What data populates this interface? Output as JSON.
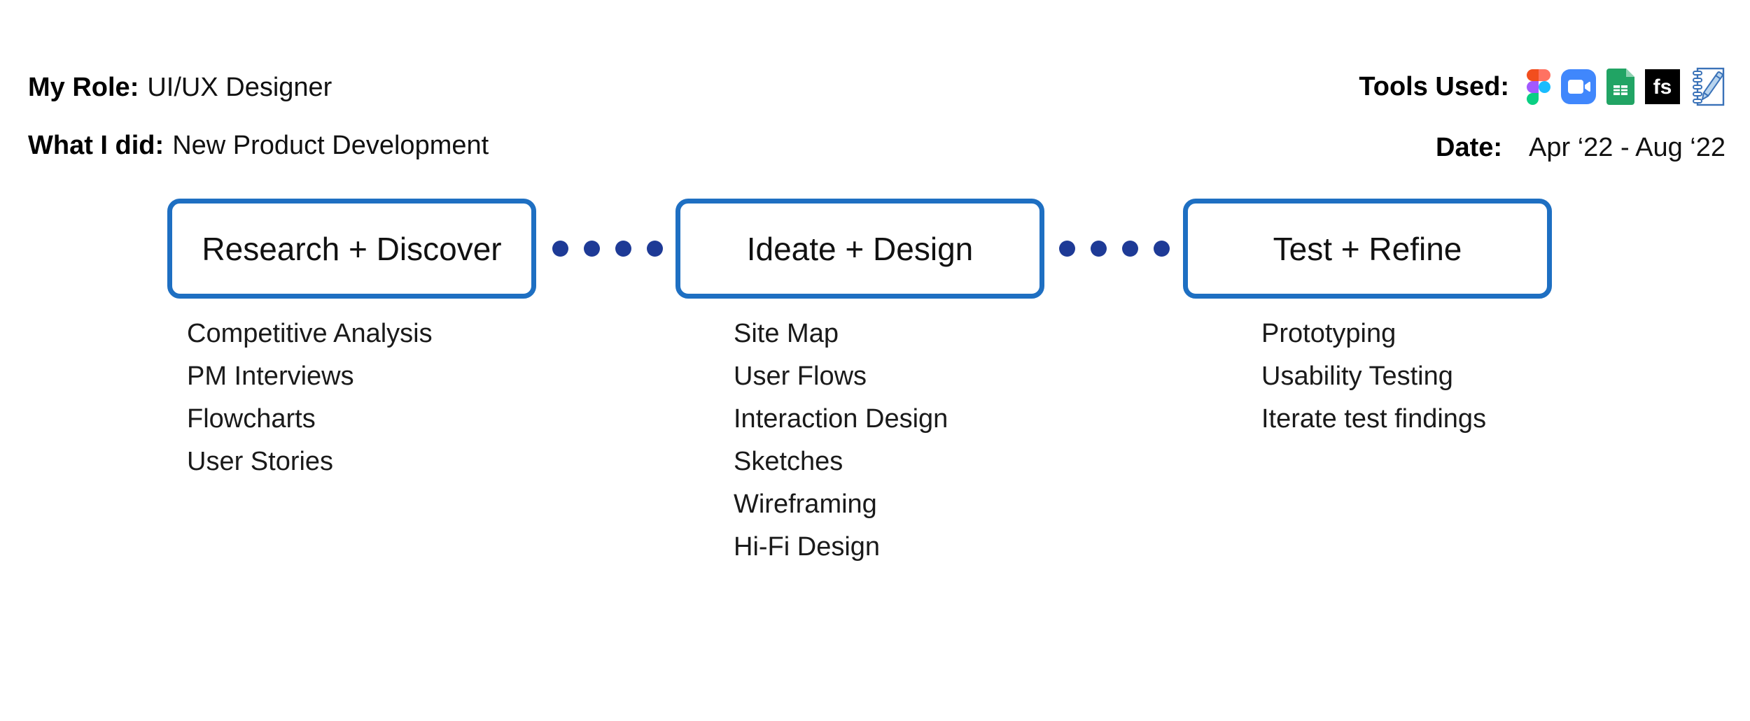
{
  "page": {
    "background": "#FFFFFF",
    "text_color": "#1A1A1A"
  },
  "header": {
    "my_role": {
      "label": "My Role:",
      "value": "UI/UX Designer"
    },
    "what_i_did": {
      "label": "What I did:",
      "value": "New Product Development"
    },
    "tools": {
      "label": "Tools Used:",
      "icons": [
        "figma",
        "zoom",
        "google-sheets",
        "fullstory",
        "notebook-pen"
      ],
      "fullstory_text": "fs"
    },
    "date": {
      "label": "Date:",
      "value": "Apr ‘22 - Aug ‘22"
    }
  },
  "process": {
    "colors": {
      "box_border": "#1E6FC2",
      "connector_dot": "#1E3A96",
      "zoom_blue": "#4087FC",
      "sheets_green": "#21A464",
      "fullstory_black": "#000000",
      "notebook_blue": "#3A72B8",
      "figma_orange": "#F24E1E",
      "figma_salmon": "#FF7262",
      "figma_purple": "#A259FF",
      "figma_blue": "#1ABCFE",
      "figma_green": "#0ACF83"
    },
    "connector_dots_per_gap": 4,
    "stages": [
      {
        "title": "Research + Discover",
        "items": [
          "Competitive Analysis",
          "PM Interviews",
          "Flowcharts",
          "User Stories"
        ]
      },
      {
        "title": "Ideate + Design",
        "items": [
          "Site Map",
          "User Flows",
          "Interaction Design",
          "Sketches",
          "Wireframing",
          "Hi-Fi Design"
        ]
      },
      {
        "title": "Test + Refine",
        "items": [
          "Prototyping",
          "Usability Testing",
          "Iterate test findings"
        ]
      }
    ]
  }
}
